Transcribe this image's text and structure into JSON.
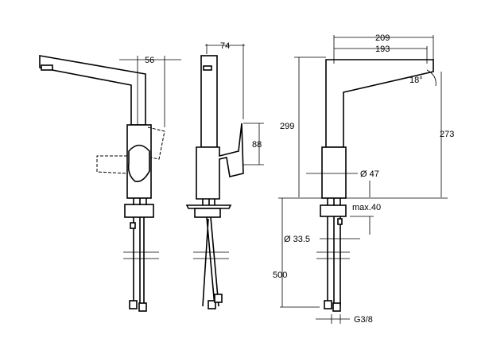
{
  "title": "Kitchen mixer tap dimension drawing",
  "dimensions": {
    "handle_offset": "56",
    "depth": "74",
    "lever_height": "88",
    "total_reach": "209",
    "spout_reach": "193",
    "spout_angle": "18°",
    "total_height": "299",
    "outlet_height": "273",
    "body_diameter": "Ø 47",
    "max_counter_thickness": "max.40",
    "hole_diameter": "Ø 33.5",
    "hose_length": "500",
    "connection_thread": "G3/8"
  }
}
